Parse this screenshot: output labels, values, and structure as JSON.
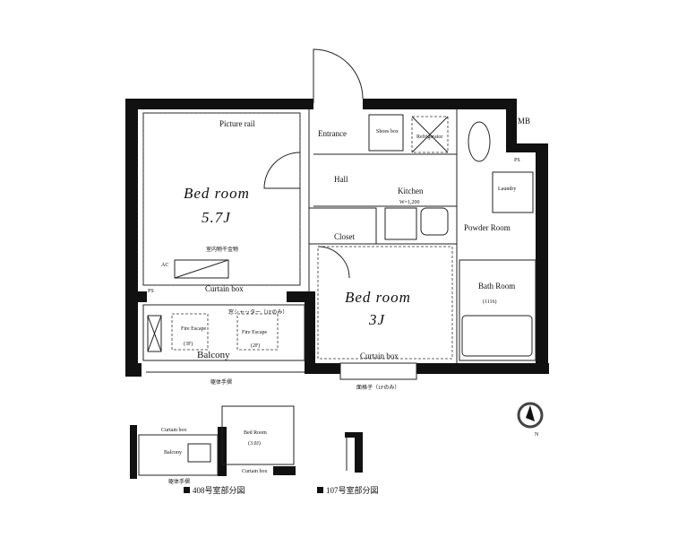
{
  "plan": {
    "rooms": {
      "bedroom_main": {
        "name": "Bed room",
        "size": "5.7J"
      },
      "bedroom_small": {
        "name": "Bed room",
        "size": "3J"
      },
      "entrance": "Entrance",
      "shoes_box": "Shoes box",
      "refrigerator": "Refrigerator",
      "hall": "Hall",
      "kitchen": "Kitchen",
      "kitchen_width": "W=1,200",
      "closet": "Closet",
      "powder_room": "Powder Room",
      "laundry": "Laundry",
      "bath_room": "Bath Room",
      "bath_size": "(1116)",
      "balcony": "Balcony",
      "mb": "MB",
      "ps_right": "PS",
      "ps_left": "PS"
    },
    "labels": {
      "picture_rail": "Picture rail",
      "indoor_drying": "室内物干金物",
      "curtain_box_1": "Curtain box",
      "curtain_box_2": "Curtain box",
      "window_shutter": "窓シャッター（1Fのみ）",
      "fire_escape_1": "Fire Escape",
      "fire_escape_1_floor": "(3F)",
      "fire_escape_2": "Fire Escape",
      "fire_escape_2_floor": "(2F)",
      "handrail": "躯体手摺",
      "grille": "面格子（1Fのみ）",
      "ac": "AC",
      "compass_n": "N"
    },
    "partial_408": {
      "caption": "408号室部分図",
      "bed_room": "Bed Room",
      "bed_size": "(3.0J)",
      "balcony": "Balcony",
      "curtain_box_a": "Curtain box",
      "curtain_box_b": "Curtain box",
      "handrail": "躯体手摺"
    },
    "partial_107": {
      "caption": "107号室部分図"
    }
  }
}
